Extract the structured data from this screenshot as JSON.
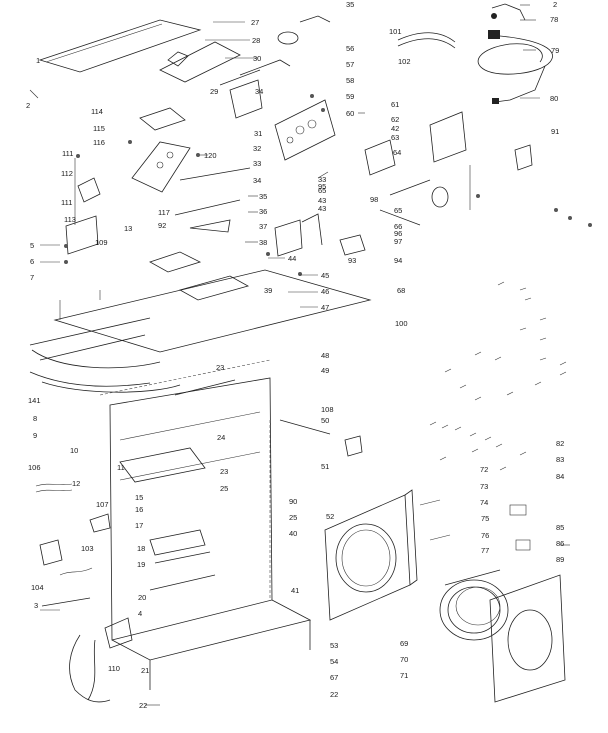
{
  "diagram": {
    "callouts": [
      {
        "id": "c2a",
        "text": "2"
      },
      {
        "id": "c78",
        "text": "78"
      },
      {
        "id": "c79",
        "text": "79"
      },
      {
        "id": "c80",
        "text": "80"
      },
      {
        "id": "c91",
        "text": "91"
      },
      {
        "id": "c35",
        "text": "35"
      },
      {
        "id": "c101",
        "text": "101"
      },
      {
        "id": "c102",
        "text": "102"
      },
      {
        "id": "c27",
        "text": "27"
      },
      {
        "id": "c28",
        "text": "28"
      },
      {
        "id": "c30",
        "text": "30"
      },
      {
        "id": "c56",
        "text": "56"
      },
      {
        "id": "c57",
        "text": "57"
      },
      {
        "id": "c58",
        "text": "58"
      },
      {
        "id": "c29",
        "text": "29"
      },
      {
        "id": "c34a",
        "text": "34"
      },
      {
        "id": "c59",
        "text": "59"
      },
      {
        "id": "c61",
        "text": "61"
      },
      {
        "id": "c60",
        "text": "60"
      },
      {
        "id": "c62",
        "text": "62"
      },
      {
        "id": "c42",
        "text": "42"
      },
      {
        "id": "c63",
        "text": "63"
      },
      {
        "id": "c64",
        "text": "64"
      },
      {
        "id": "c1",
        "text": "1"
      },
      {
        "id": "c2b",
        "text": "2"
      },
      {
        "id": "c114",
        "text": "114"
      },
      {
        "id": "c115",
        "text": "115"
      },
      {
        "id": "c116",
        "text": "116"
      },
      {
        "id": "c31",
        "text": "31"
      },
      {
        "id": "c32",
        "text": "32"
      },
      {
        "id": "c33a",
        "text": "33"
      },
      {
        "id": "c120",
        "text": "120"
      },
      {
        "id": "c111a",
        "text": "111"
      },
      {
        "id": "c112",
        "text": "112"
      },
      {
        "id": "c34b",
        "text": "34"
      },
      {
        "id": "c33b",
        "text": "33"
      },
      {
        "id": "c65a",
        "text": "65"
      },
      {
        "id": "c43a",
        "text": "43"
      },
      {
        "id": "c95",
        "text": "95"
      },
      {
        "id": "c98",
        "text": "98"
      },
      {
        "id": "c111b",
        "text": "111"
      },
      {
        "id": "c113",
        "text": "113"
      },
      {
        "id": "c117",
        "text": "117"
      },
      {
        "id": "c92",
        "text": "92"
      },
      {
        "id": "c35b",
        "text": "35"
      },
      {
        "id": "c36",
        "text": "36"
      },
      {
        "id": "c43b",
        "text": "43"
      },
      {
        "id": "c65b",
        "text": "65"
      },
      {
        "id": "c37",
        "text": "37"
      },
      {
        "id": "c38",
        "text": "38"
      },
      {
        "id": "c66",
        "text": "66"
      },
      {
        "id": "c96",
        "text": "96"
      },
      {
        "id": "c97",
        "text": "97"
      },
      {
        "id": "c5",
        "text": "5"
      },
      {
        "id": "c109",
        "text": "109"
      },
      {
        "id": "c13",
        "text": "13"
      },
      {
        "id": "c6",
        "text": "6"
      },
      {
        "id": "c7",
        "text": "7"
      },
      {
        "id": "c44",
        "text": "44"
      },
      {
        "id": "c93",
        "text": "93"
      },
      {
        "id": "c94",
        "text": "94"
      },
      {
        "id": "c45",
        "text": "45"
      },
      {
        "id": "c46",
        "text": "46"
      },
      {
        "id": "c39",
        "text": "39"
      },
      {
        "id": "c47",
        "text": "47"
      },
      {
        "id": "c68",
        "text": "68"
      },
      {
        "id": "c100",
        "text": "100"
      },
      {
        "id": "c48",
        "text": "48"
      },
      {
        "id": "c23a",
        "text": "23"
      },
      {
        "id": "c49",
        "text": "49"
      },
      {
        "id": "c141",
        "text": "141"
      },
      {
        "id": "c8",
        "text": "8"
      },
      {
        "id": "c9",
        "text": "9"
      },
      {
        "id": "c108",
        "text": "108"
      },
      {
        "id": "c50",
        "text": "50"
      },
      {
        "id": "c82",
        "text": "82"
      },
      {
        "id": "c24",
        "text": "24"
      },
      {
        "id": "c10",
        "text": "10"
      },
      {
        "id": "c83",
        "text": "83"
      },
      {
        "id": "c72",
        "text": "72"
      },
      {
        "id": "c84",
        "text": "84"
      },
      {
        "id": "c106",
        "text": "106"
      },
      {
        "id": "c11",
        "text": "11"
      },
      {
        "id": "c23b",
        "text": "23"
      },
      {
        "id": "c51",
        "text": "51"
      },
      {
        "id": "c12",
        "text": "12"
      },
      {
        "id": "c25a",
        "text": "25"
      },
      {
        "id": "c73",
        "text": "73"
      },
      {
        "id": "c15",
        "text": "15"
      },
      {
        "id": "c107",
        "text": "107"
      },
      {
        "id": "c90",
        "text": "90"
      },
      {
        "id": "c74",
        "text": "74"
      },
      {
        "id": "c16",
        "text": "16"
      },
      {
        "id": "c52",
        "text": "52"
      },
      {
        "id": "c25b",
        "text": "25"
      },
      {
        "id": "c75",
        "text": "75"
      },
      {
        "id": "c85",
        "text": "85"
      },
      {
        "id": "c17",
        "text": "17"
      },
      {
        "id": "c40",
        "text": "40"
      },
      {
        "id": "c76",
        "text": "76"
      },
      {
        "id": "c86",
        "text": "86"
      },
      {
        "id": "c103",
        "text": "103"
      },
      {
        "id": "c18",
        "text": "18"
      },
      {
        "id": "c77",
        "text": "77"
      },
      {
        "id": "c89",
        "text": "89"
      },
      {
        "id": "c19",
        "text": "19"
      },
      {
        "id": "c104",
        "text": "104"
      },
      {
        "id": "c41",
        "text": "41"
      },
      {
        "id": "c3",
        "text": "3"
      },
      {
        "id": "c20",
        "text": "20"
      },
      {
        "id": "c4",
        "text": "4"
      },
      {
        "id": "c53",
        "text": "53"
      },
      {
        "id": "c69",
        "text": "69"
      },
      {
        "id": "c110",
        "text": "110"
      },
      {
        "id": "c54",
        "text": "54"
      },
      {
        "id": "c70",
        "text": "70"
      },
      {
        "id": "c21",
        "text": "21"
      },
      {
        "id": "c67",
        "text": "67"
      },
      {
        "id": "c71",
        "text": "71"
      },
      {
        "id": "c22a",
        "text": "22"
      },
      {
        "id": "c22b",
        "text": "22"
      }
    ]
  }
}
